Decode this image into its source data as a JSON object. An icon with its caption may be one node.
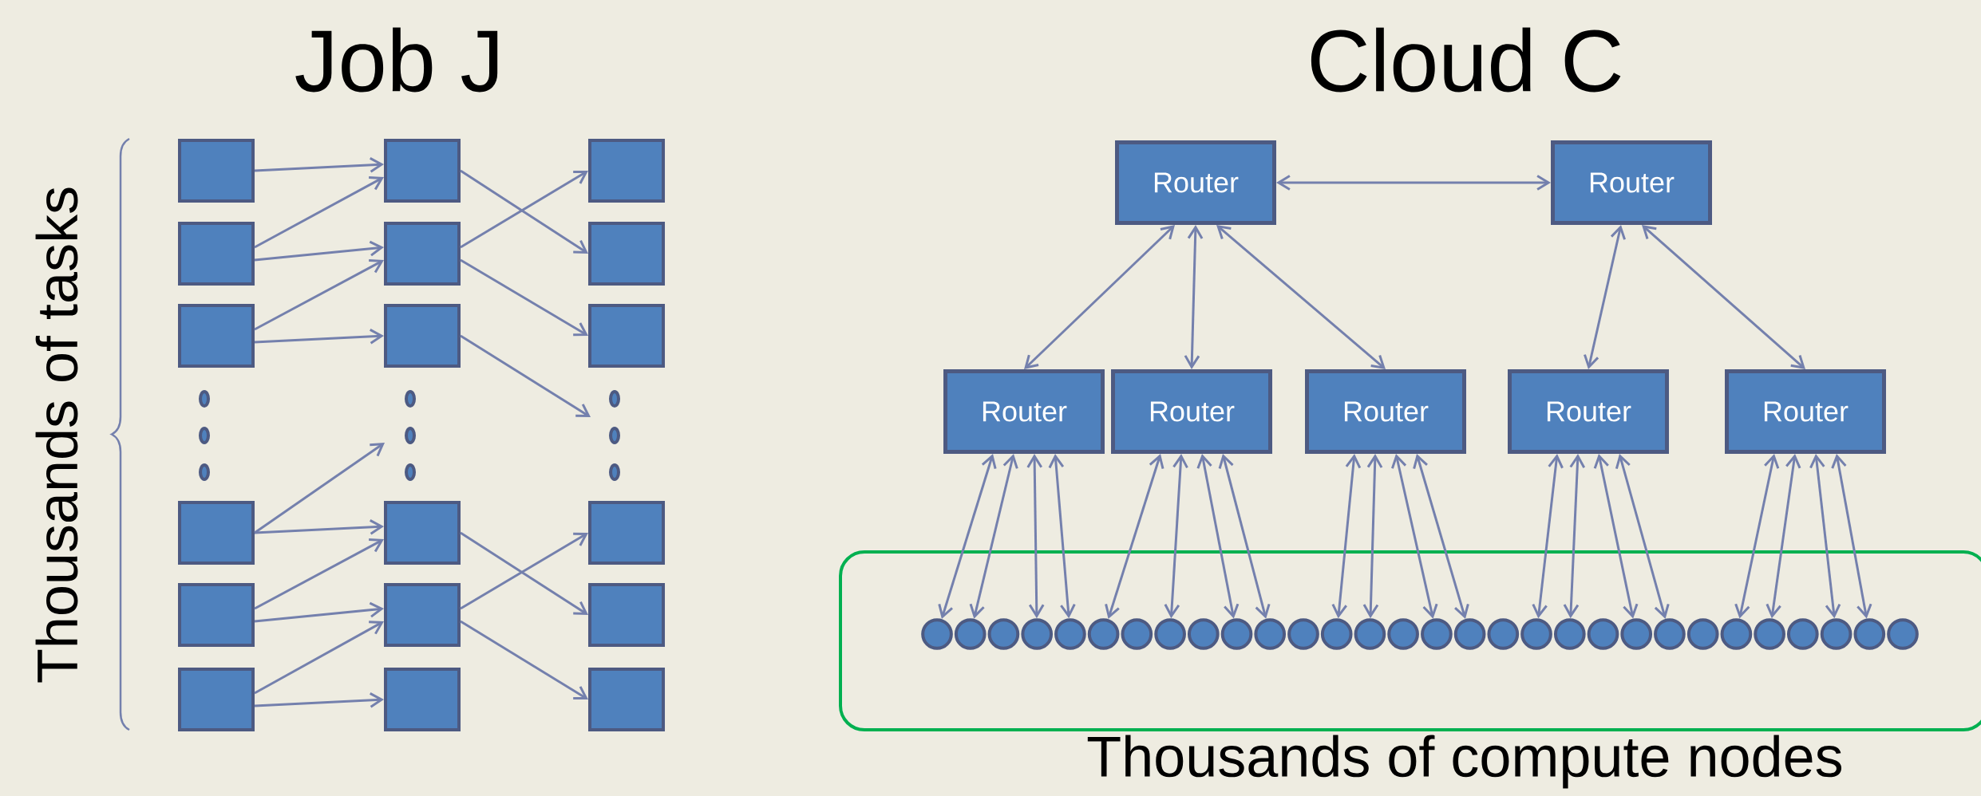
{
  "diagram": {
    "nodes": [
      {
        "text": [],
        "shape": "box"
      },
      {
        "text": [],
        "shape": "box"
      },
      {
        "text": [],
        "shape": "box"
      },
      {
        "text": [],
        "shape": "box"
      },
      {
        "text": [],
        "shape": "box"
      },
      {
        "text": [],
        "shape": "box"
      },
      {
        "text": [],
        "shape": "box"
      },
      {
        "text": [],
        "shape": "box"
      },
      {
        "text": [],
        "shape": "box"
      },
      {
        "text": [],
        "shape": "box"
      },
      {
        "text": [],
        "shape": "box"
      },
      {
        "text": [],
        "shape": "box"
      },
      {
        "text": [],
        "shape": "box"
      },
      {
        "text": [],
        "shape": "box"
      },
      {
        "text": [],
        "shape": "box"
      },
      {
        "text": [],
        "shape": "box"
      },
      {
        "text": [],
        "shape": "box"
      },
      {
        "text": [],
        "shape": "box"
      },
      {
        "text": [
          "Router"
        ]
      },
      {
        "text": [
          "Router"
        ]
      },
      {
        "text": [
          "Router"
        ]
      },
      {
        "text": [
          "Router"
        ]
      },
      {
        "text": [
          "Router"
        ]
      },
      {
        "text": [
          "Router"
        ]
      },
      {
        "text": [
          "Router"
        ]
      },
      {
        "text": [
          "Thousands of compute nodes"
        ]
      },
      {
        "text": [],
        "shape": "circle",
        "in": 25
      },
      {
        "text": [],
        "shape": "circle",
        "in": 25
      },
      {
        "text": [],
        "shape": "circle",
        "in": 25
      },
      {
        "text": [],
        "shape": "circle",
        "in": 25
      },
      {
        "text": [],
        "shape": "circle",
        "in": 25
      },
      {
        "text": [],
        "shape": "circle",
        "in": 25
      },
      {
        "text": [],
        "shape": "circle",
        "in": 25
      },
      {
        "text": [],
        "shape": "circle",
        "in": 25
      },
      {
        "text": [],
        "shape": "circle",
        "in": 25
      },
      {
        "text": [],
        "shape": "circle",
        "in": 25
      },
      {
        "text": [],
        "shape": "circle",
        "in": 25
      },
      {
        "text": [],
        "shape": "circle",
        "in": 25
      },
      {
        "text": [],
        "shape": "circle",
        "in": 25
      },
      {
        "text": [],
        "shape": "circle",
        "in": 25
      },
      {
        "text": [],
        "shape": "circle",
        "in": 25
      },
      {
        "text": [],
        "shape": "circle",
        "in": 25
      },
      {
        "text": [],
        "shape": "circle",
        "in": 25
      },
      {
        "text": [],
        "shape": "circle",
        "in": 25
      },
      {
        "text": [],
        "shape": "circle",
        "in": 25
      },
      {
        "text": [],
        "shape": "circle",
        "in": 25
      },
      {
        "text": [],
        "shape": "circle",
        "in": 25
      },
      {
        "text": [],
        "shape": "circle",
        "in": 25
      },
      {
        "text": [],
        "shape": "circle",
        "in": 25
      },
      {
        "text": [],
        "shape": "circle",
        "in": 25
      },
      {
        "text": [],
        "shape": "circle",
        "in": 25
      },
      {
        "text": [],
        "shape": "circle",
        "in": 25
      },
      {
        "text": [],
        "shape": "circle",
        "in": 25
      },
      {
        "text": [],
        "shape": "circle",
        "in": 25
      },
      {
        "text": [],
        "shape": "circle",
        "in": 25
      },
      {
        "text": [],
        "shape": "circle",
        "in": 25
      }
    ],
    "edges": [
      {
        "from": 0,
        "to": 1,
        "arrow": "to"
      },
      {
        "from": 3,
        "to": 1,
        "arrow": "to"
      },
      {
        "from": 3,
        "to": 4,
        "arrow": "to"
      },
      {
        "from": 6,
        "to": 4,
        "arrow": "to"
      },
      {
        "from": 6,
        "to": 7,
        "arrow": "to"
      },
      {
        "from": 1,
        "to": 5,
        "arrow": "to"
      },
      {
        "from": 4,
        "to": 2,
        "arrow": "to"
      },
      {
        "from": 4,
        "to": 8,
        "arrow": "to"
      },
      {
        "from": 7,
        "to": null,
        "arrow": "to"
      },
      {
        "from": 9,
        "to": null,
        "arrow": "to"
      },
      {
        "from": 9,
        "to": 10,
        "arrow": "to"
      },
      {
        "from": 12,
        "to": 10,
        "arrow": "to"
      },
      {
        "from": 12,
        "to": 13,
        "arrow": "to"
      },
      {
        "from": 15,
        "to": 13,
        "arrow": "to"
      },
      {
        "from": 15,
        "to": 16,
        "arrow": "to"
      },
      {
        "from": 10,
        "to": 14,
        "arrow": "to"
      },
      {
        "from": 13,
        "to": 11,
        "arrow": "to"
      },
      {
        "from": 13,
        "to": 17,
        "arrow": "to"
      },
      {
        "from": 18,
        "to": 19,
        "arrow": "both"
      },
      {
        "from": 18,
        "to": 20,
        "arrow": "both"
      },
      {
        "from": 18,
        "to": 21,
        "arrow": "both"
      },
      {
        "from": 18,
        "to": 22,
        "arrow": "both"
      },
      {
        "from": 19,
        "to": 23,
        "arrow": "both"
      },
      {
        "from": 19,
        "to": 24,
        "arrow": "both"
      },
      {
        "from": 20,
        "to": 26,
        "arrow": "both"
      },
      {
        "from": 20,
        "to": 27,
        "arrow": "both"
      },
      {
        "from": 20,
        "to": 29,
        "arrow": "both"
      },
      {
        "from": 20,
        "to": 30,
        "arrow": "both"
      },
      {
        "from": 21,
        "to": 31,
        "arrow": "both"
      },
      {
        "from": 21,
        "to": 33,
        "arrow": "both"
      },
      {
        "from": 21,
        "to": 35,
        "arrow": "both"
      },
      {
        "from": 21,
        "to": 36,
        "arrow": "both"
      },
      {
        "from": 22,
        "to": 38,
        "arrow": "both"
      },
      {
        "from": 22,
        "to": 39,
        "arrow": "both"
      },
      {
        "from": 22,
        "to": 41,
        "arrow": "both"
      },
      {
        "from": 22,
        "to": 42,
        "arrow": "both"
      },
      {
        "from": 23,
        "to": 44,
        "arrow": "both"
      },
      {
        "from": 23,
        "to": 45,
        "arrow": "both"
      },
      {
        "from": 23,
        "to": 47,
        "arrow": "both"
      },
      {
        "from": 23,
        "to": 48,
        "arrow": "both"
      },
      {
        "from": 24,
        "to": 50,
        "arrow": "both"
      },
      {
        "from": 24,
        "to": 51,
        "arrow": "both"
      },
      {
        "from": 24,
        "to": 53,
        "arrow": "both"
      },
      {
        "from": 24,
        "to": 54,
        "arrow": "both"
      }
    ],
    "labels": [
      "Job J",
      "Cloud C",
      "Thousands of tasks"
    ]
  }
}
